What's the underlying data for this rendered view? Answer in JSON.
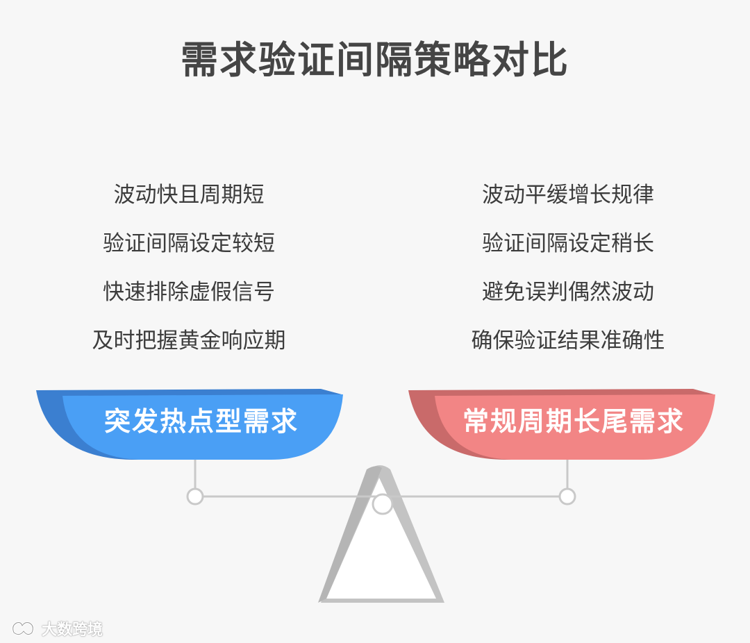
{
  "title": "需求验证间隔策略对比",
  "left": {
    "lines": [
      "波动快且周期短",
      "验证间隔设定较短",
      "快速排除虚假信号",
      "及时把握黄金响应期"
    ],
    "label": "突发热点型需求",
    "color": "#4a9ff5",
    "shade": "#3b7fd0"
  },
  "right": {
    "lines": [
      "波动平缓增长规律",
      "验证间隔设定稍长",
      "避免误判偶然波动",
      "确保验证结果准确性"
    ],
    "label": "常规周期长尾需求",
    "color": "#f28585",
    "shade": "#c96a6a"
  },
  "watermark": {
    "text": "大数跨境",
    "icon": "brand-logo-icon"
  }
}
